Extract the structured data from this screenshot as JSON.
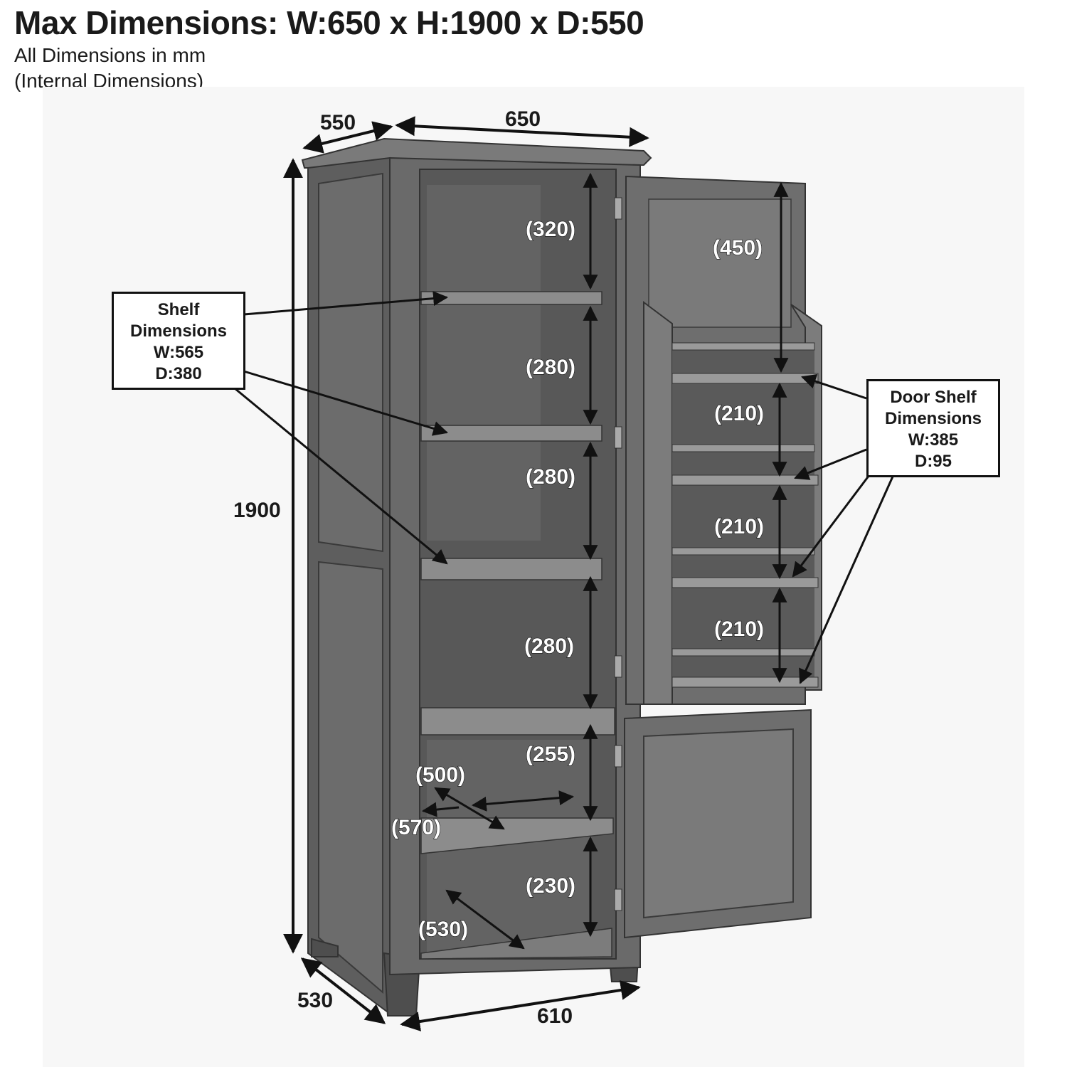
{
  "header": {
    "title": "Max Dimensions: W:650 x H:1900 x D:550",
    "line1": "All Dimensions in mm",
    "line2": "(Internal Dimensions)"
  },
  "overall": {
    "depth_top": "550",
    "width_top": "650",
    "height": "1900",
    "depth_bottom": "530",
    "width_bottom": "610"
  },
  "shelf_box": {
    "line1": "Shelf",
    "line2": "Dimensions",
    "line3": "W:565",
    "line4": "D:380"
  },
  "door_shelf_box": {
    "line1": "Door Shelf",
    "line2": "Dimensions",
    "line3": "W:385",
    "line4": "D:95"
  },
  "internal": {
    "h1": "(320)",
    "h2": "(280)",
    "h3": "(280)",
    "h4": "(280)",
    "h5": "(255)",
    "h6": "(230)",
    "door_top": "(450)",
    "door1": "(210)",
    "door2": "(210)",
    "door3": "(210)",
    "drawer_w": "(500)",
    "drawer_d": "(570)",
    "base_d": "(530)"
  },
  "colors": {
    "wood": "#6e6e6e",
    "wood_dark": "#4a4a4a",
    "wood_light": "#8a8a8a",
    "line": "#111111"
  }
}
